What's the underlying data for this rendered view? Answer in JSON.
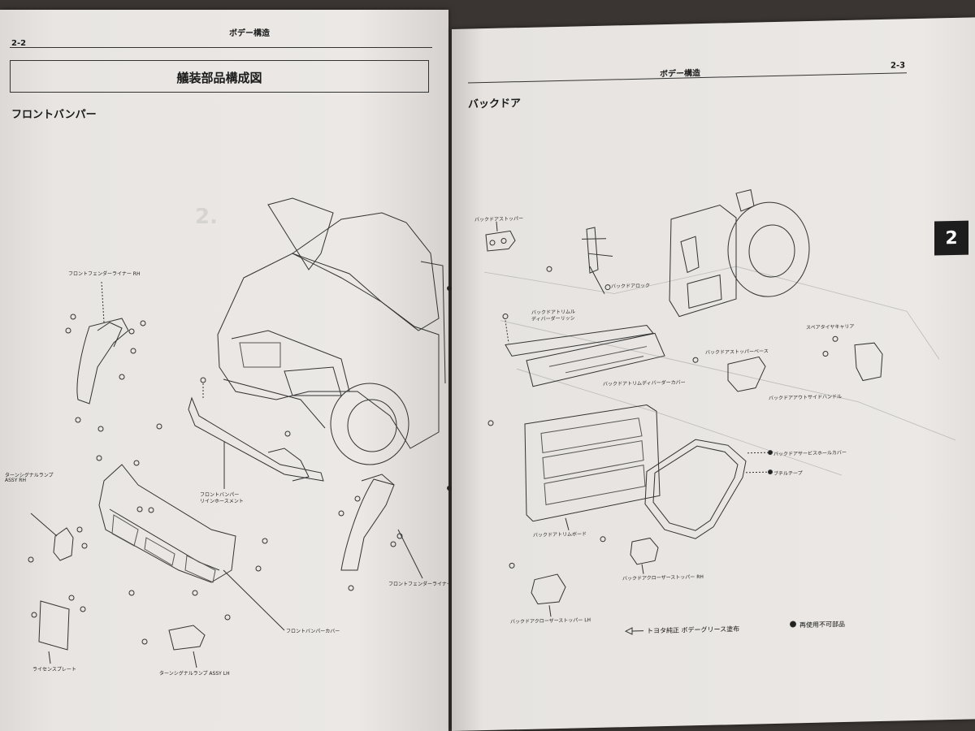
{
  "left_page": {
    "page_number": "2-2",
    "running_header": "ボデー構造",
    "title": "艤装部品構成図",
    "section": "フロントバンパー",
    "labels": {
      "fender_liner_rh": "フロントフェンダーライナー RH",
      "turn_lamp_rh_line1": "ターンシグナルランプ",
      "turn_lamp_rh_line2": "ASSY RH",
      "reinforcement_line1": "フロントバンパー",
      "reinforcement_line2": "リインホースメント",
      "fender_liner_lh": "フロントフェンダーライナー",
      "bumper_cover": "フロントバンパーカバー",
      "license_plate": "ライセンスプレート",
      "turn_lamp_lh": "ターンシグナルランプ ASSY LH"
    }
  },
  "right_page": {
    "page_number": "2-3",
    "running_header": "ボデー構造",
    "section": "バックドア",
    "tab": "2",
    "labels": {
      "back_door_stopper": "バックドアストッパー",
      "back_door_lock": "バックドアロック",
      "back_door_trim_cushion_line1": "バックドアトリムル",
      "back_door_trim_cushion_line2": "ディバーダーリッシ",
      "back_door_trim_cover": "バックドアトリムディバーダーカバー",
      "stopper_base": "バックドアストッパーベース",
      "tire_holder_cap": "スペアタイヤキャリア",
      "back_door_glass_handle": "バックドアアウトサイドハンドル",
      "service_hole_cover": "バックドアサービスホールカバー",
      "butyl_tape": "ブチルテープ",
      "trim_board": "バックドアトリムボード",
      "closer_stopper_rh": "バックドアクローザーストッパー RH",
      "closer_stopper_lh": "バックドアクローザーストッパー LH"
    },
    "legend": {
      "grease": "トヨタ純正 ボデーグリース塗布",
      "non_reusable": "再使用不可部品"
    }
  }
}
